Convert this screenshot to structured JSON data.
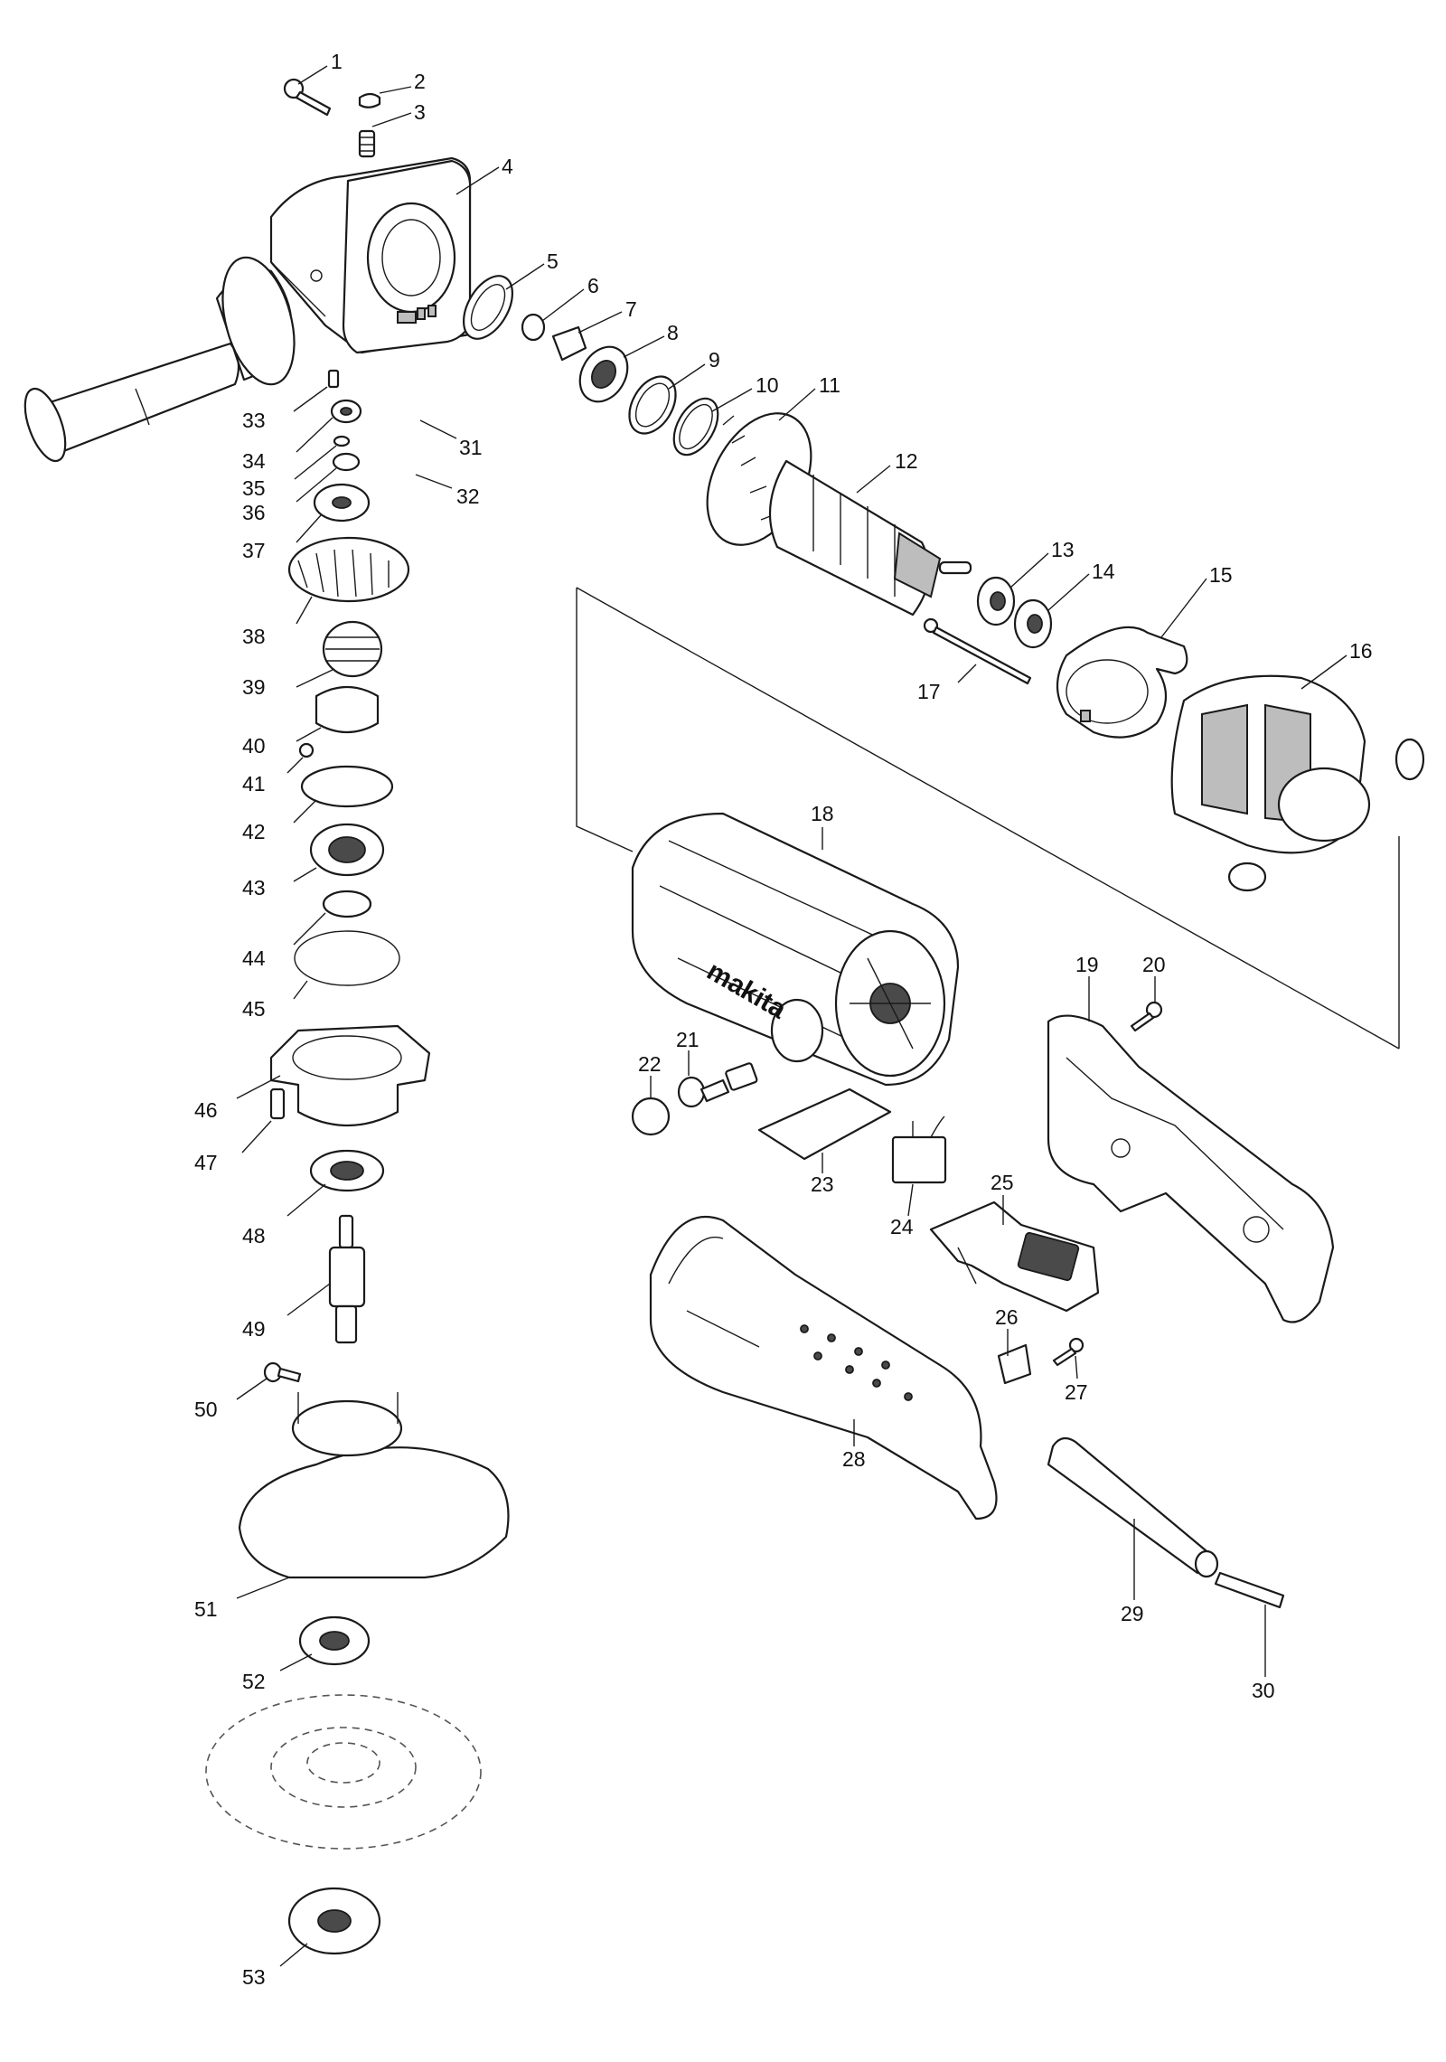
{
  "brand": "makita",
  "part_numbers": [
    "1",
    "2",
    "3",
    "4",
    "5",
    "6",
    "7",
    "8",
    "9",
    "10",
    "11",
    "12",
    "13",
    "14",
    "15",
    "16",
    "17",
    "18",
    "19",
    "20",
    "21",
    "22",
    "23",
    "24",
    "25",
    "26",
    "27",
    "28",
    "29",
    "30",
    "31",
    "32",
    "33",
    "34",
    "35",
    "36",
    "37",
    "38",
    "39",
    "40",
    "41",
    "42",
    "43",
    "44",
    "45",
    "46",
    "47",
    "48",
    "49",
    "50",
    "51",
    "52",
    "53"
  ],
  "icons": [
    "gear-housing",
    "side-handle",
    "armature",
    "field-coil",
    "motor-housing",
    "rear-cover",
    "switch",
    "wheel-guard",
    "spindle",
    "cord-guard",
    "power-cord"
  ]
}
